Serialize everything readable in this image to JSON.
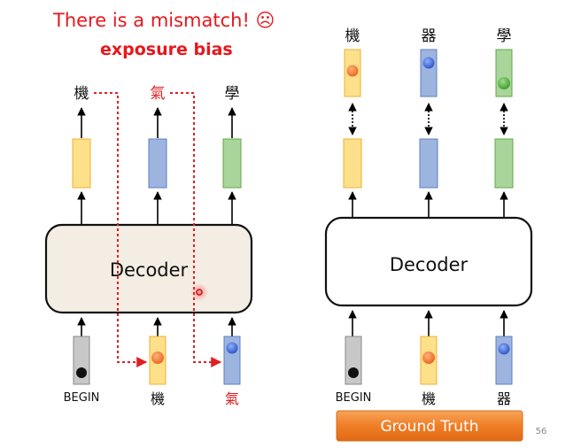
{
  "title": {
    "line1": "There is a mismatch! ☹",
    "line2": "exposure bias"
  },
  "colors": {
    "title_red": "#e8161c",
    "arrow_red": "#e02020",
    "yellow_fill": "#fde08a",
    "yellow_stroke": "#f0b030",
    "blue_fill": "#9db4df",
    "blue_stroke": "#5c7fc0",
    "green_fill": "#a9d59a",
    "green_stroke": "#5fa84a",
    "gray_fill": "#c8c8c8",
    "decoder_fill": "#f3ede3",
    "orange_dot": "#f07a28",
    "blue_dot": "#3a66d0",
    "green_dot": "#4ea83a",
    "ground_truth_fill": "#f07e26"
  },
  "left_panel": {
    "decoder_label": "Decoder",
    "outputs": [
      "機",
      "氣",
      "學"
    ],
    "inputs": [
      "BEGIN",
      "機",
      "氣"
    ]
  },
  "right_panel": {
    "decoder_label": "Decoder",
    "targets": [
      "機",
      "器",
      "學"
    ],
    "inputs": [
      "BEGIN",
      "機",
      "器"
    ]
  },
  "ground_truth_label": "Ground Truth",
  "page_number": "56"
}
